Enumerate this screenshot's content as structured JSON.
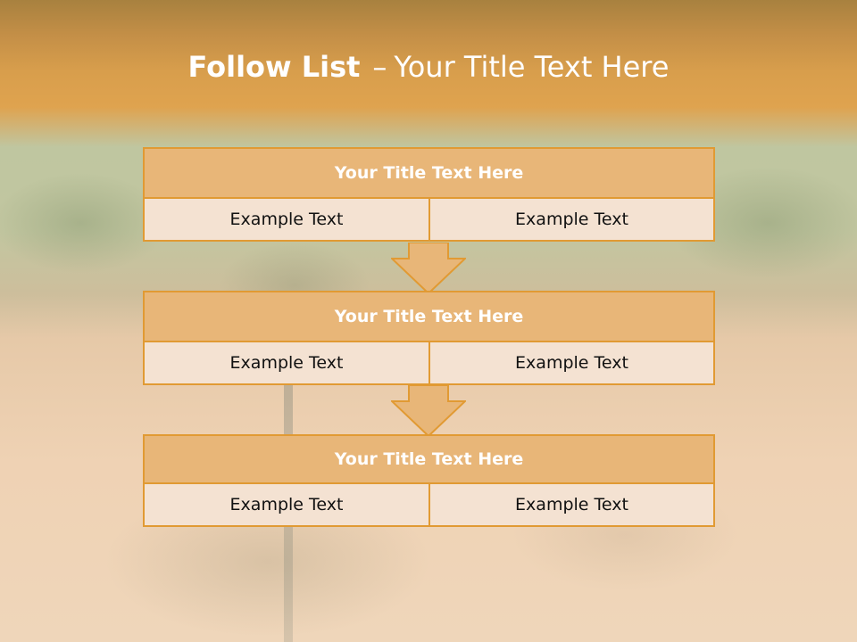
{
  "slide": {
    "title_bold": "Follow List",
    "title_dash": "–",
    "title_rest": "Your Title Text Here"
  },
  "colors": {
    "header": "#DFA34F",
    "box_border": "#E19A33",
    "box_header_fill": "#E8B678",
    "box_cell_fill": "#F4E2D2",
    "arrow_fill": "#E8B678"
  },
  "blocks": [
    {
      "title": "Your Title Text Here",
      "left": "Example Text",
      "right": "Example Text"
    },
    {
      "title": "Your Title Text Here",
      "left": "Example Text",
      "right": "Example Text"
    },
    {
      "title": "Your Title Text Here",
      "left": "Example Text",
      "right": "Example Text"
    }
  ]
}
